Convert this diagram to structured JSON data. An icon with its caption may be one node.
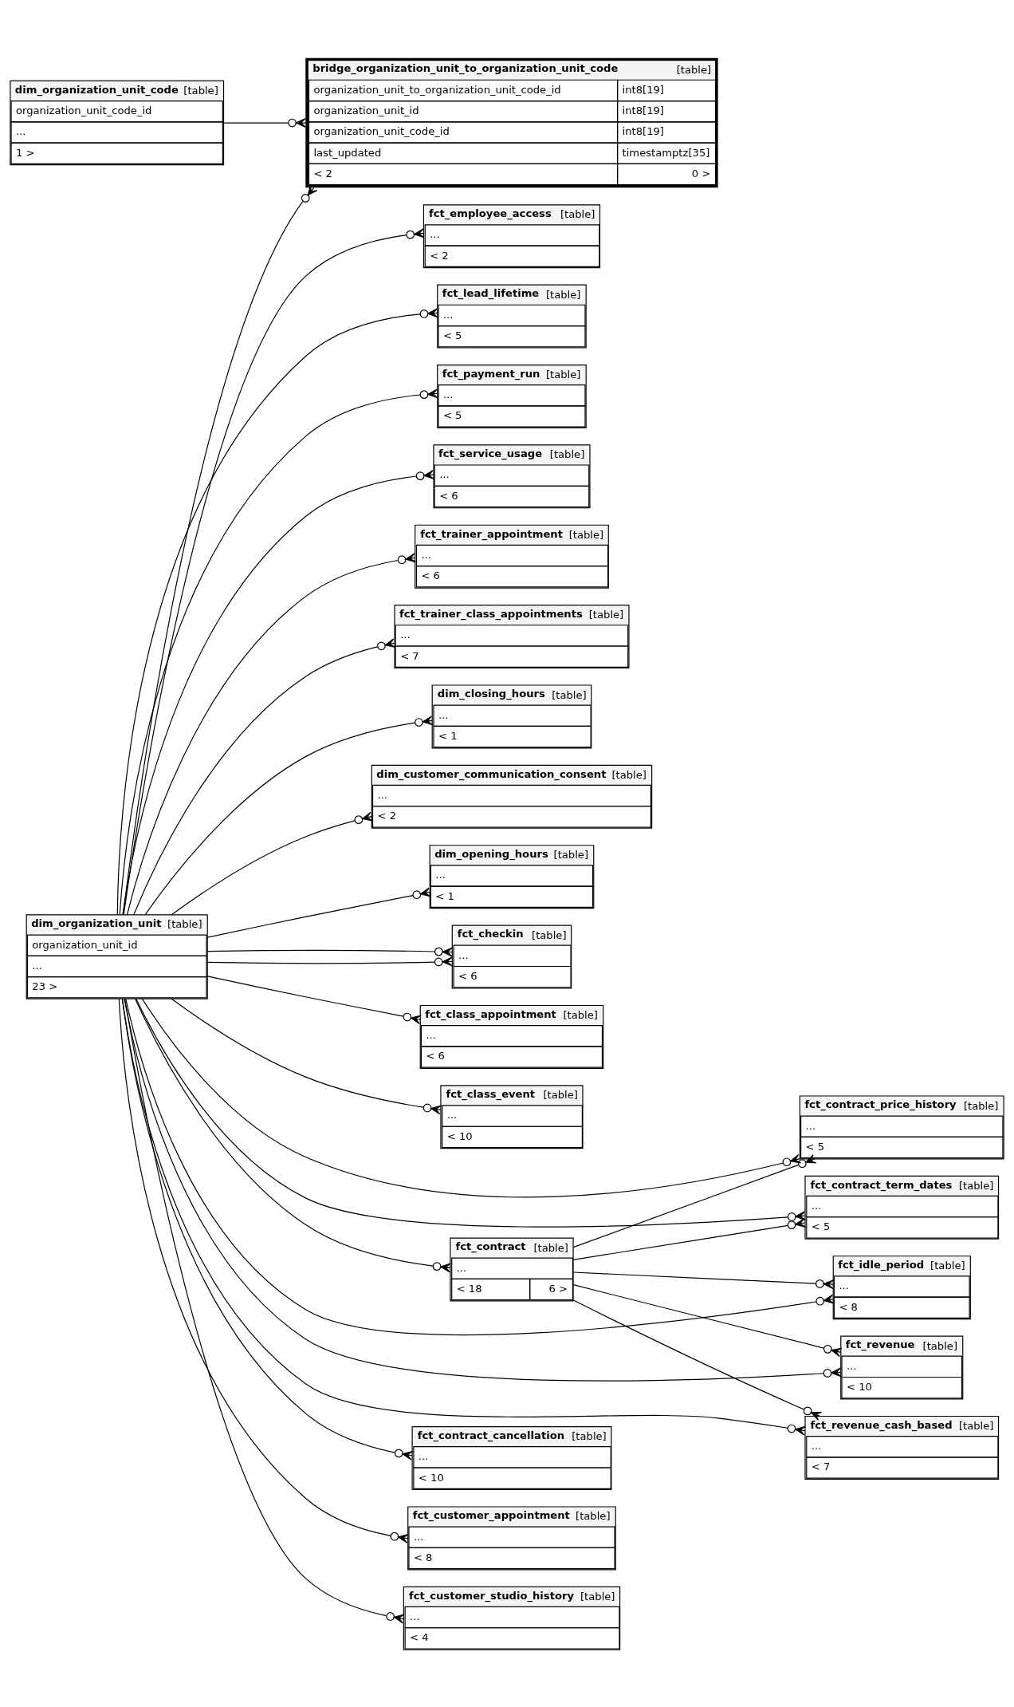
{
  "diagram": {
    "nodes": [
      {
        "text": [
          "dim_organization_unit_code",
          "[table]",
          "organization_unit_code_id",
          "...",
          "1 >"
        ]
      },
      {
        "text": [
          "bridge_organization_unit_to_organization_unit_code",
          "[table]",
          "organization_unit_to_organization_unit_code_id",
          "int8[19]",
          "organization_unit_id",
          "int8[19]",
          "organization_unit_code_id",
          "int8[19]",
          "last_updated",
          "timestamptz[35]",
          "< 2",
          "0 >"
        ]
      },
      {
        "text": [
          "fct_service_usage",
          "[table]",
          "...",
          "< 6"
        ]
      },
      {
        "text": [
          "fct_trainer_appointment",
          "[table]",
          "...",
          "< 6"
        ]
      },
      {
        "text": [
          "fct_trainer_class_appointments",
          "[table]",
          "...",
          "< 7"
        ]
      },
      {
        "text": [
          "dim_closing_hours",
          "[table]",
          "...",
          "< 1"
        ]
      },
      {
        "text": [
          "dim_customer_communication_consent",
          "[table]",
          "...",
          "< 2"
        ]
      },
      {
        "text": [
          "dim_opening_hours",
          "[table]",
          "...",
          "< 1"
        ]
      },
      {
        "text": [
          "fct_checkin",
          "[table]",
          "...",
          "< 6"
        ]
      },
      {
        "text": [
          "fct_class_appointment",
          "[table]",
          "...",
          "< 6"
        ]
      },
      {
        "text": [
          "fct_class_event",
          "[table]",
          "...",
          "< 10"
        ]
      },
      {
        "text": [
          "dim_organization_unit",
          "[table]",
          "organization_unit_id",
          "...",
          "23 >"
        ]
      },
      {
        "text": [
          "fct_contract_price_history",
          "[table]",
          "...",
          "< 5"
        ]
      },
      {
        "text": [
          "fct_contract_cancellation",
          "[table]",
          "...",
          "< 10"
        ]
      },
      {
        "text": [
          "fct_contract_term_dates",
          "[table]",
          "...",
          "< 5"
        ]
      },
      {
        "text": [
          "fct_contract",
          "[table]",
          "...",
          "< 18",
          "6 >"
        ]
      },
      {
        "text": [
          "fct_customer_appointment",
          "[table]",
          "...",
          "< 8"
        ]
      },
      {
        "text": [
          "fct_customer_studio_history",
          "[table]",
          "...",
          "< 4"
        ]
      },
      {
        "text": [
          "fct_employee_access",
          "[table]",
          "...",
          "< 2"
        ]
      },
      {
        "text": [
          "fct_idle_period",
          "[table]",
          "...",
          "< 8"
        ]
      },
      {
        "text": [
          "fct_revenue",
          "[table]",
          "...",
          "< 10"
        ]
      },
      {
        "text": [
          "fct_revenue_cash_based",
          "[table]",
          "...",
          "< 7"
        ]
      },
      {
        "text": [
          "fct_lead_lifetime",
          "[table]",
          "...",
          "< 5"
        ]
      },
      {
        "text": [
          "fct_payment_run",
          "[table]",
          "...",
          "< 5"
        ]
      }
    ],
    "edges": [
      {
        "from": 0,
        "to": 1,
        "arrow": "other"
      },
      {
        "from": 11,
        "to": 1,
        "arrow": "other"
      },
      {
        "from": 11,
        "to": 2,
        "arrow": "other"
      },
      {
        "from": 11,
        "to": 3,
        "arrow": "other"
      },
      {
        "from": 11,
        "to": 4,
        "arrow": "other"
      },
      {
        "from": 11,
        "to": 5,
        "arrow": "other"
      },
      {
        "from": 11,
        "to": 6,
        "arrow": "other"
      },
      {
        "from": 11,
        "to": 7,
        "arrow": "other"
      },
      {
        "from": 11,
        "to": 8,
        "arrow": "other"
      },
      {
        "from": 11,
        "to": 8,
        "arrow": "other"
      },
      {
        "from": 11,
        "to": 9,
        "arrow": "other"
      },
      {
        "from": 11,
        "to": 10,
        "arrow": "other"
      },
      {
        "from": 11,
        "to": 12,
        "arrow": "other"
      },
      {
        "from": 11,
        "to": 13,
        "arrow": "other"
      },
      {
        "from": 11,
        "to": 14,
        "arrow": "other"
      },
      {
        "from": 11,
        "to": 15,
        "arrow": "other"
      },
      {
        "from": 11,
        "to": 16,
        "arrow": "other"
      },
      {
        "from": 11,
        "to": 17,
        "arrow": "other"
      },
      {
        "from": 11,
        "to": 18,
        "arrow": "other"
      },
      {
        "from": 11,
        "to": 19,
        "arrow": "other"
      },
      {
        "from": 11,
        "to": 20,
        "arrow": "other"
      },
      {
        "from": 11,
        "to": 21,
        "arrow": "other"
      },
      {
        "from": 11,
        "to": 22,
        "arrow": "other"
      },
      {
        "from": 11,
        "to": 23,
        "arrow": "other"
      },
      {
        "from": 15,
        "to": 12,
        "arrow": "other"
      },
      {
        "from": 15,
        "to": 14,
        "arrow": "other"
      },
      {
        "from": 15,
        "to": 19,
        "arrow": "other"
      },
      {
        "from": 15,
        "to": 20,
        "arrow": "other"
      },
      {
        "from": 15,
        "to": 21,
        "arrow": "other"
      }
    ]
  }
}
